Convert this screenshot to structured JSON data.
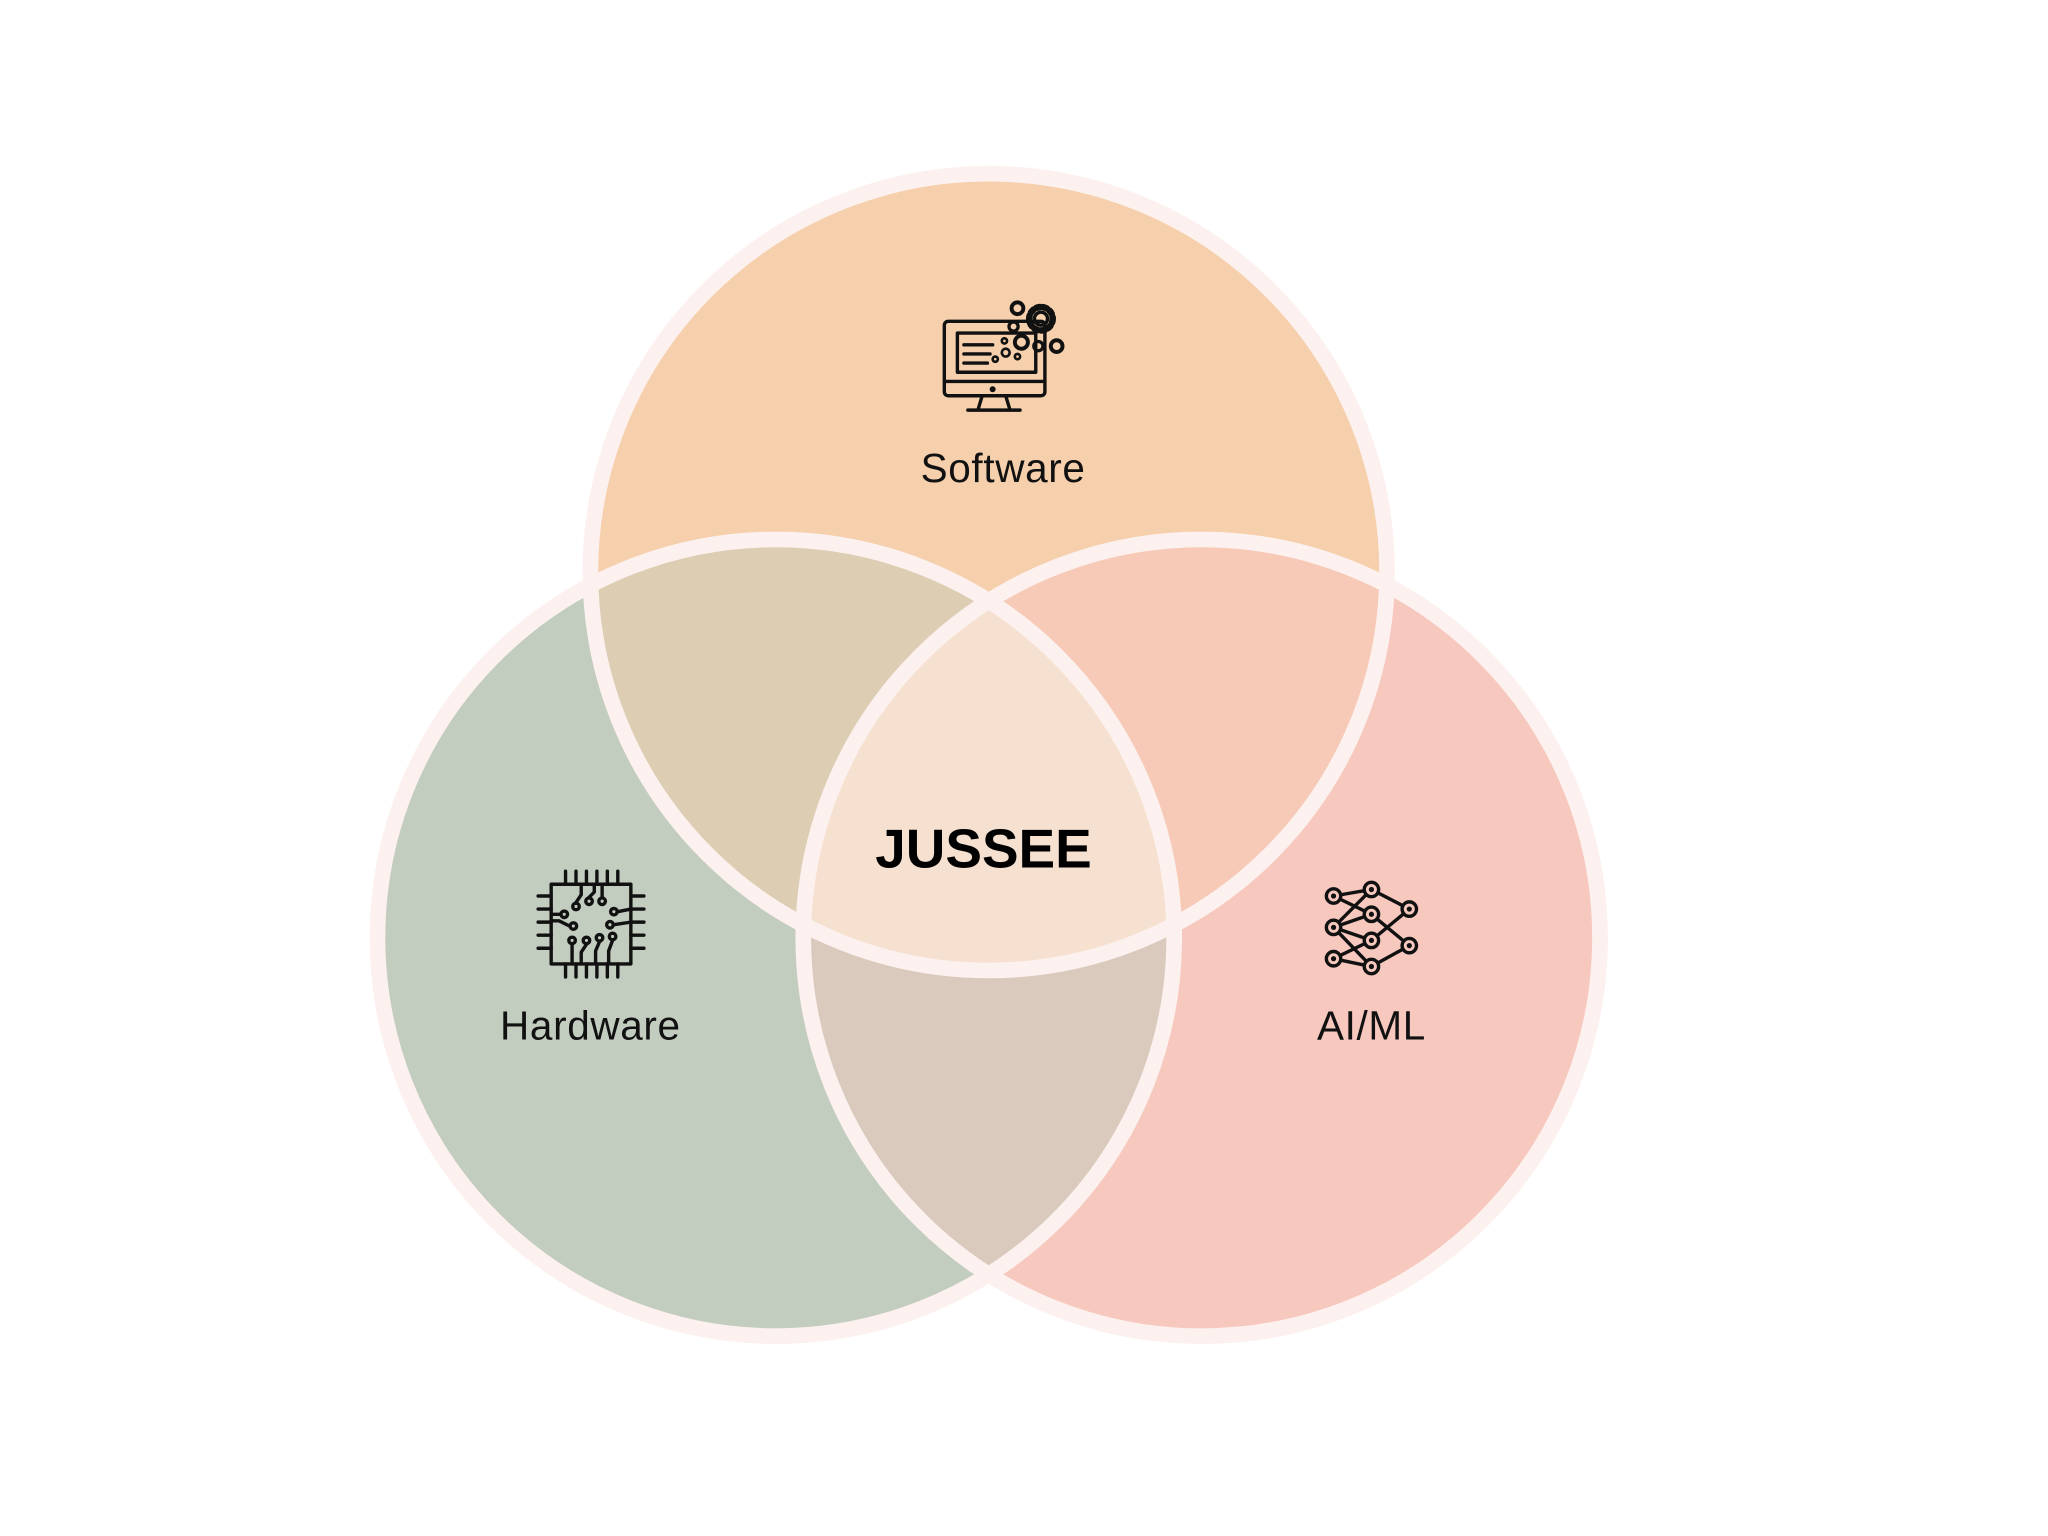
{
  "diagram": {
    "type": "venn",
    "center_label": "JUSSEE",
    "sets": [
      {
        "label": "Software",
        "icon": "computer-gears-icon",
        "color": "#F6CFAC"
      },
      {
        "label": "Hardware",
        "icon": "chip-icon",
        "color": "#C2CCBF"
      },
      {
        "label": "AI/ML",
        "icon": "neural-network-icon",
        "color": "#F6C8BE"
      }
    ],
    "overlap_colors": {
      "software_hardware": "#DCCDB3",
      "software_aiml": "#F6CAB7",
      "hardware_aiml": "#DACABD",
      "all": "#F6E0CF"
    },
    "outline_color": "#FCF1EF"
  }
}
